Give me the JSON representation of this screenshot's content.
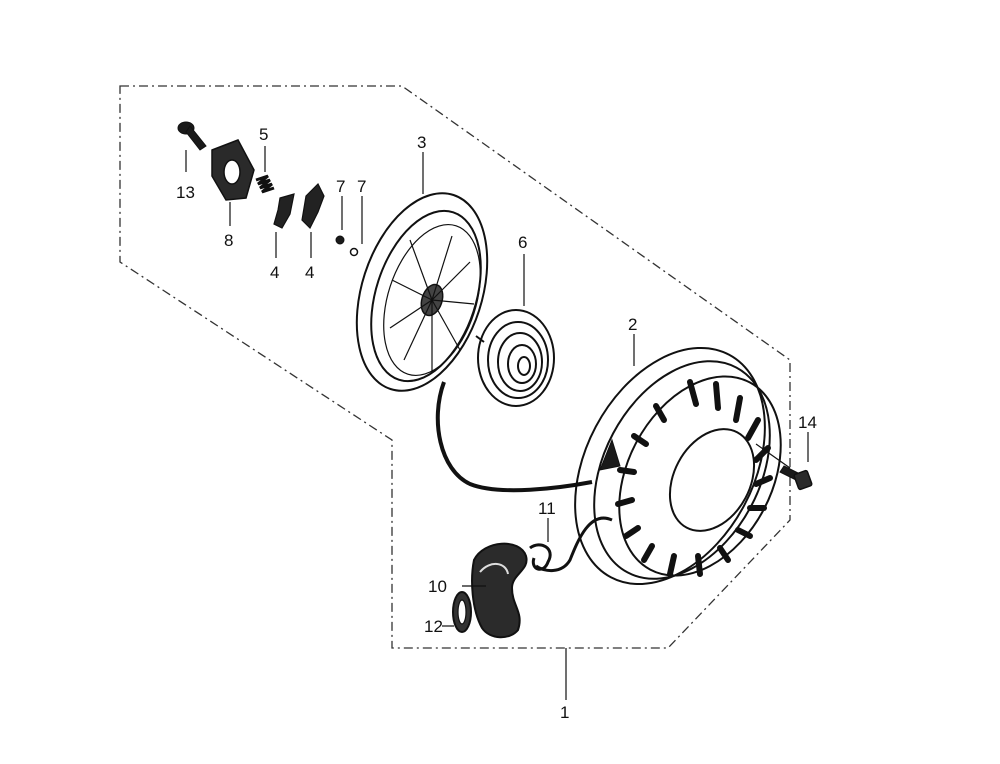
{
  "callouts": [
    {
      "id": "c1",
      "text": "1"
    },
    {
      "id": "c2",
      "text": "2"
    },
    {
      "id": "c3",
      "text": "3"
    },
    {
      "id": "c4a",
      "text": "4"
    },
    {
      "id": "c4b",
      "text": "4"
    },
    {
      "id": "c5",
      "text": "5"
    },
    {
      "id": "c6",
      "text": "6"
    },
    {
      "id": "c7a",
      "text": "7"
    },
    {
      "id": "c7b",
      "text": "7"
    },
    {
      "id": "c8",
      "text": "8"
    },
    {
      "id": "c10",
      "text": "10"
    },
    {
      "id": "c11",
      "text": "11"
    },
    {
      "id": "c12",
      "text": "12"
    },
    {
      "id": "c13",
      "text": "13"
    },
    {
      "id": "c14",
      "text": "14"
    }
  ],
  "colors": {
    "ink": "#111111",
    "background": "#ffffff"
  }
}
